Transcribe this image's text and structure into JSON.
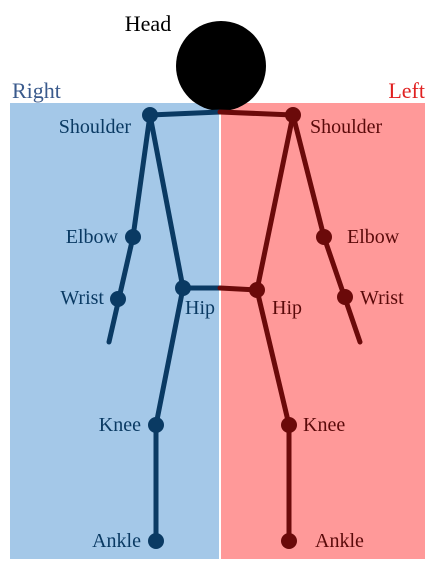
{
  "labels": {
    "head": "Head",
    "right": "Right",
    "left": "Left",
    "right_shoulder": "Shoulder",
    "left_shoulder": "Shoulder",
    "right_elbow": "Elbow",
    "left_elbow": "Elbow",
    "right_wrist": "Wrist",
    "left_wrist": "Wrist",
    "right_hip": "Hip",
    "left_hip": "Hip",
    "right_knee": "Knee",
    "left_knee": "Knee",
    "right_ankle": "Ankle",
    "left_ankle": "Ankle"
  },
  "colors": {
    "right_panel": "#a4c8e8",
    "left_panel": "#ff9999",
    "right_limb": "#0a3a63",
    "left_limb": "#6b0a0a",
    "head": "#000000",
    "right_title": "#3a5a8c",
    "left_title": "#e02020",
    "divider": "#ffffff"
  }
}
